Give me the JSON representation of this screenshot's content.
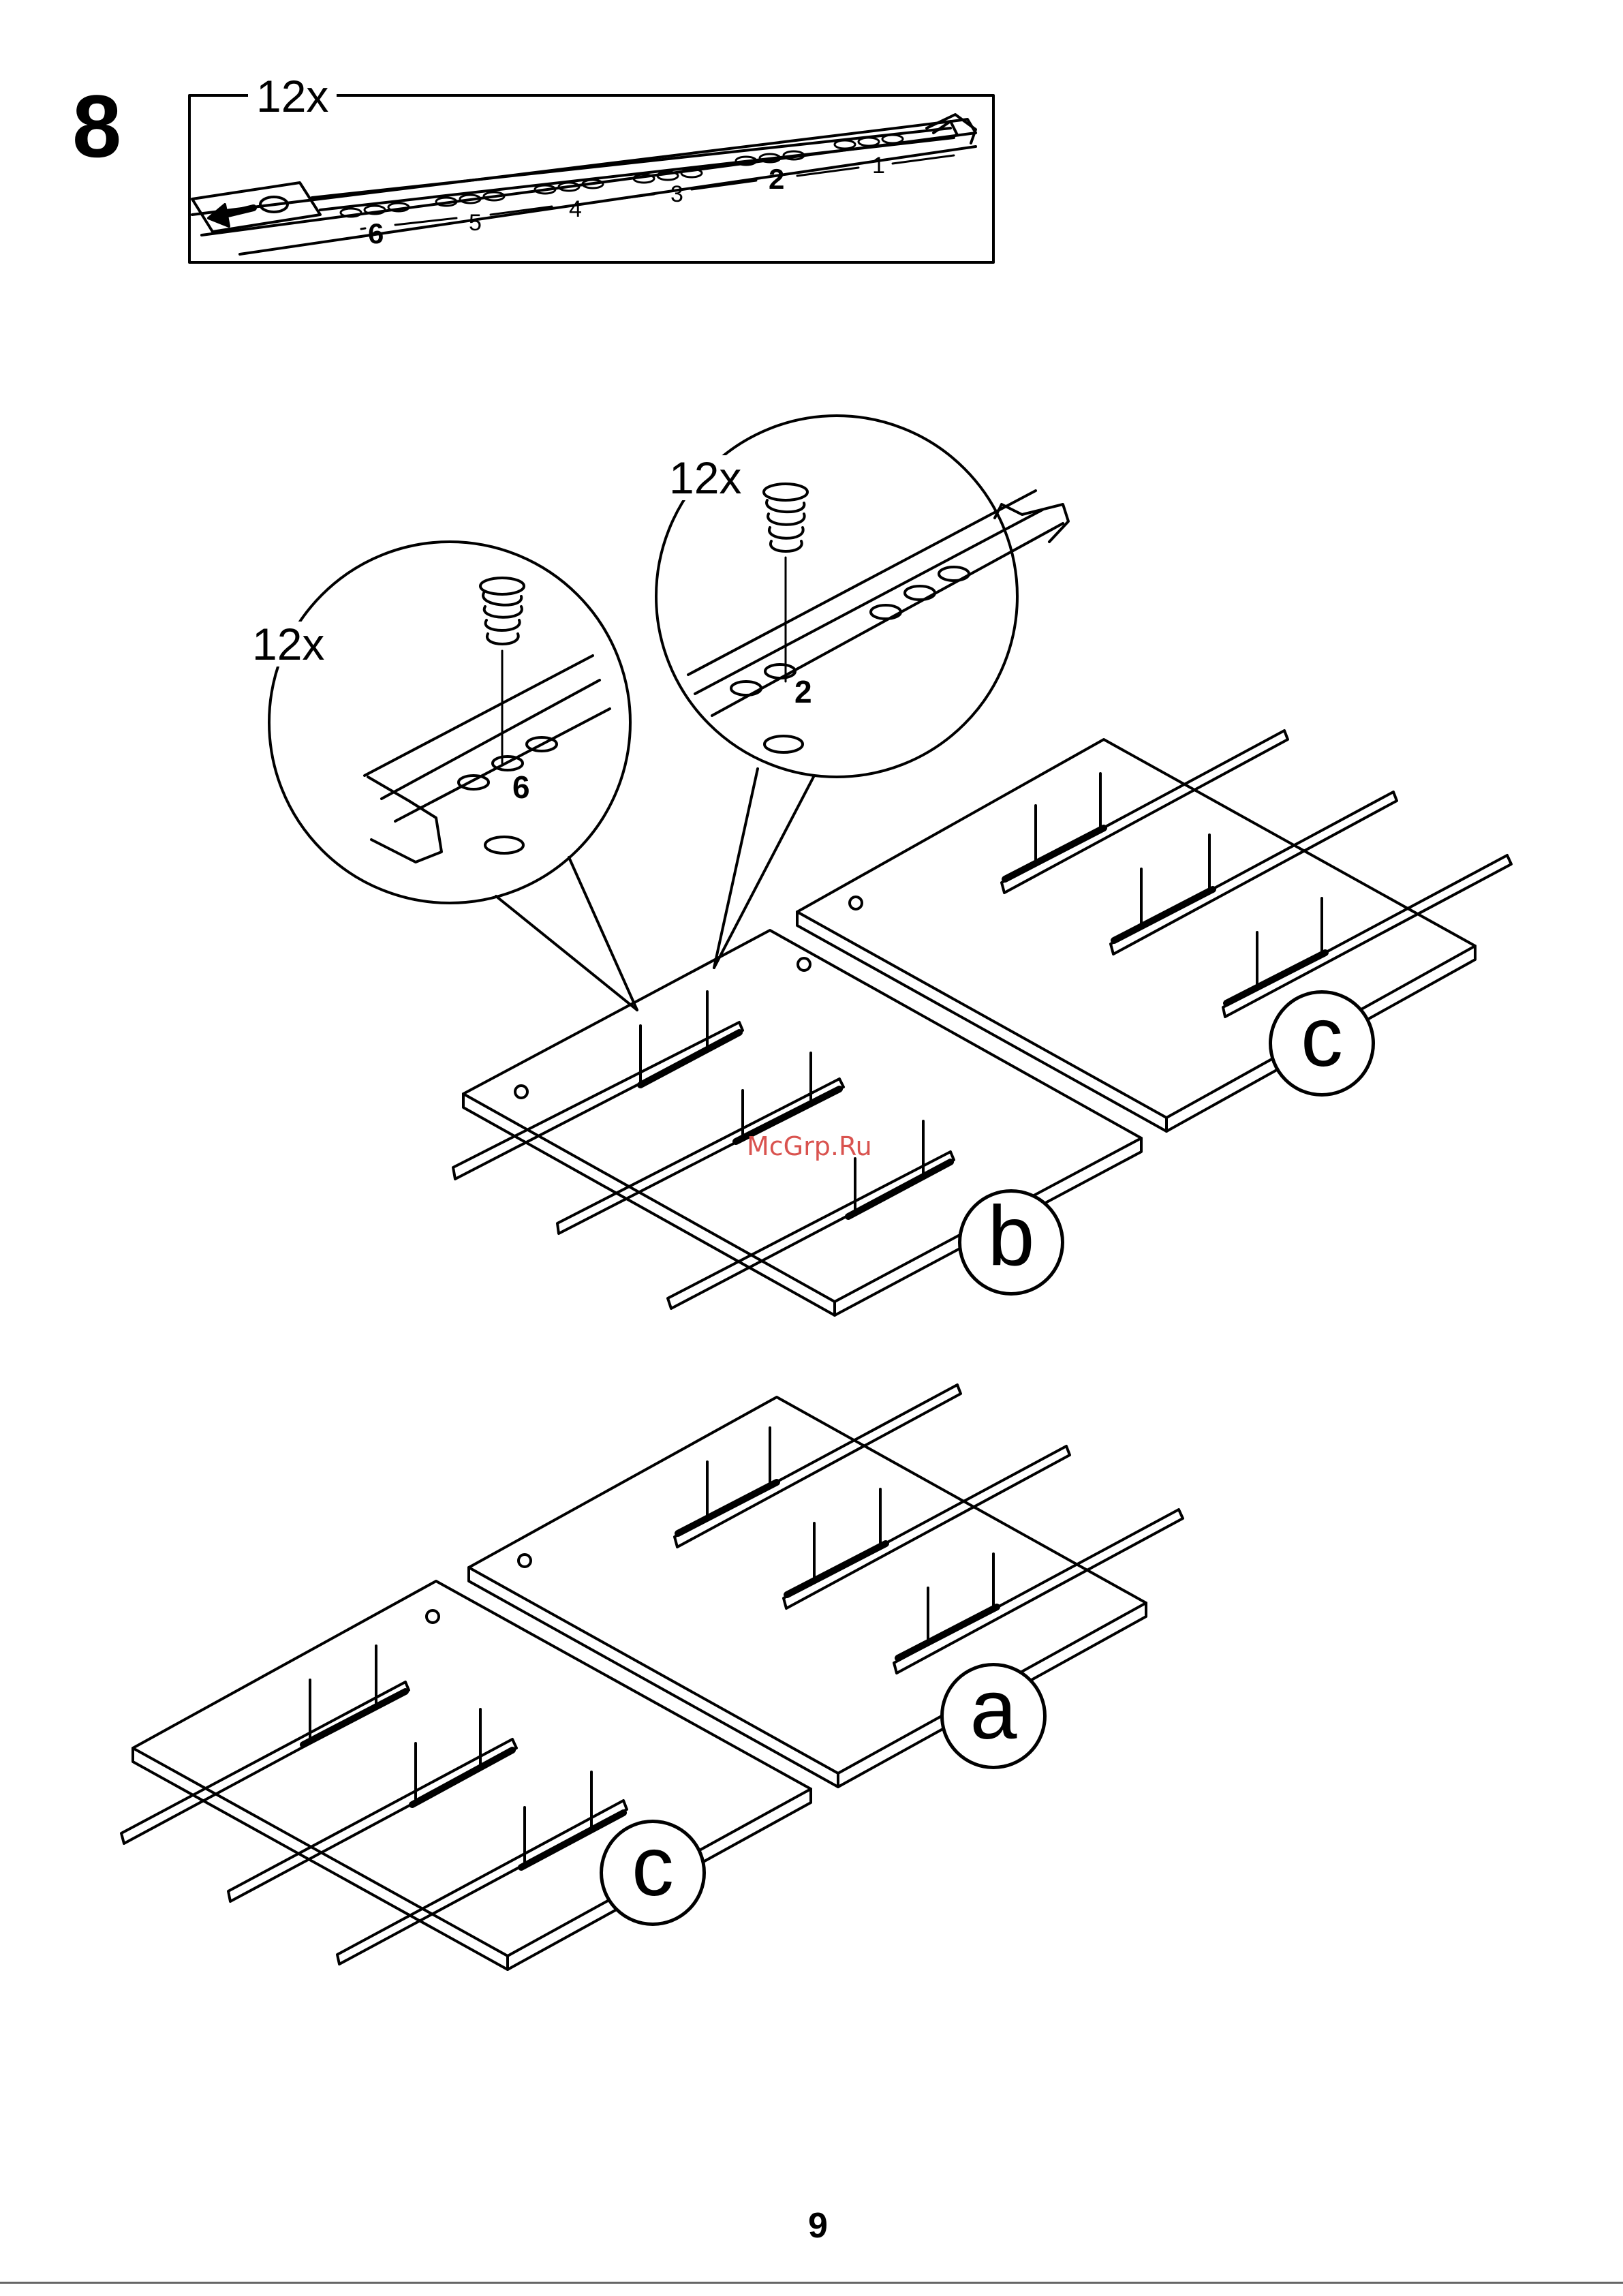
{
  "step": {
    "number": "8"
  },
  "detail": {
    "quantity": "12x",
    "hole_labels": [
      "6",
      "5",
      "4",
      "3",
      "2",
      "1"
    ]
  },
  "callouts": [
    {
      "quantity": "12x",
      "hole": "6"
    },
    {
      "quantity": "12x",
      "hole": "2"
    }
  ],
  "panels": [
    "b",
    "c",
    "a",
    "c"
  ],
  "watermark": "McGrp.Ru",
  "page_number": "9",
  "colors": {
    "ink": "#000000",
    "watermark": "#d9534f",
    "paper": "#ffffff"
  }
}
